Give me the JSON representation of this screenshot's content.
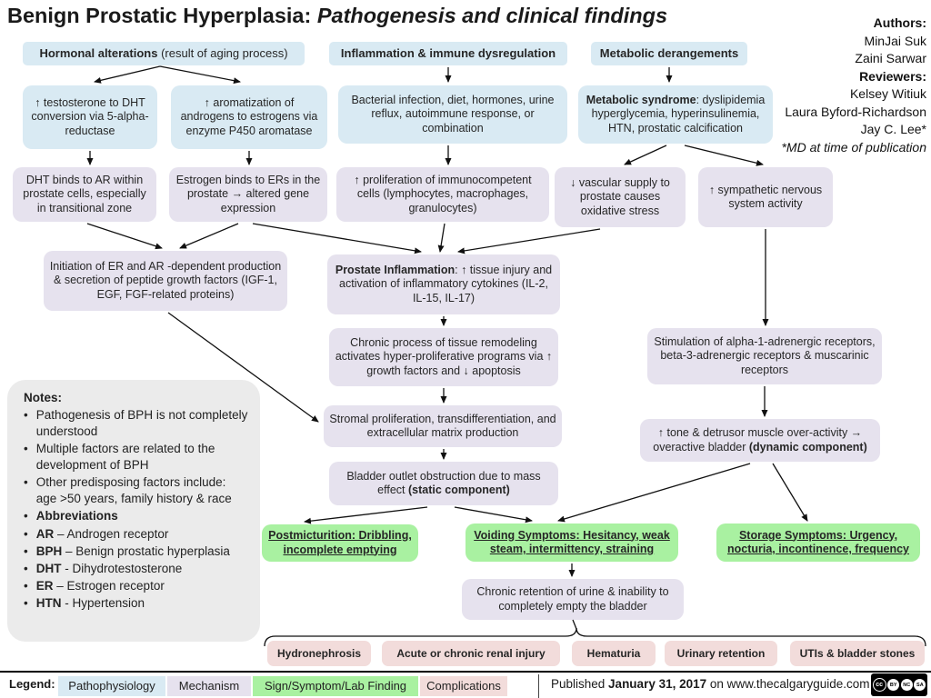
{
  "title": {
    "main": "Benign Prostatic Hyperplasia: ",
    "italic": "Pathogenesis and clinical findings"
  },
  "credits": {
    "authors_label": "Authors:",
    "authors": [
      "MinJai Suk",
      "Zaini Sarwar"
    ],
    "reviewers_label": "Reviewers:",
    "reviewers": [
      "Kelsey Witiuk",
      "Laura Byford-Richardson",
      "Jay C. Lee*"
    ],
    "footnote": "*MD at time of publication"
  },
  "headers": {
    "hormonal": {
      "bold": "Hormonal alterations",
      "rest": " (result of aging process)"
    },
    "inflammation": "Inflammation & immune dysregulation",
    "metabolic": "Metabolic derangements"
  },
  "boxes": {
    "testosterone": "↑ testosterone to DHT conversion via 5-alpha-reductase",
    "aromatization": "↑ aromatization of androgens to estrogens via enzyme P450 aromatase",
    "bacterial": "Bacterial infection, diet, hormones, urine reflux, autoimmune response, or combination",
    "metabolic_syndrome": {
      "bold": "Metabolic syndrome",
      "rest": ": dyslipidemia hyperglycemia, hyperinsulinemia, HTN, prostatic calcification"
    },
    "dht_binds": "DHT binds to AR within prostate cells, especially in transitional zone",
    "estrogen_binds": "Estrogen binds to ERs in the prostate → altered gene expression",
    "proliferation": "↑ proliferation of immunocompetent cells (lymphocytes, macrophages, granulocytes)",
    "vascular": "↓ vascular supply to prostate causes oxidative stress",
    "sympathetic": "↑ sympathetic nervous system activity",
    "initiation": "Initiation of ER and AR -dependent production & secretion of peptide growth factors (IGF-1, EGF, FGF-related proteins)",
    "prostate_inflammation": {
      "bold": "Prostate Inflammation",
      "rest": ": ↑ tissue injury and activation of inflammatory cytokines (IL-2, IL-15, IL-17)"
    },
    "chronic_remodeling": "Chronic process of tissue remodeling activates hyper-proliferative programs via ↑ growth factors and ↓ apoptosis",
    "stromal": "Stromal proliferation, transdifferentiation, and extracellular matrix production",
    "bladder_outlet": {
      "pre": "Bladder outlet obstruction due to mass effect ",
      "bold": "(static component)"
    },
    "stimulation": "Stimulation of alpha-1-adrenergic receptors, beta-3-adrenergic receptors & muscarinic receptors",
    "tone": {
      "pre": "↑ tone & detrusor muscle over-activity → overactive bladder ",
      "bold": "(dynamic component)"
    },
    "postmicturition": "Postmicturition: Dribbling, incomplete emptying",
    "voiding": "Voiding Symptoms: Hesitancy, weak steam, intermittency, straining",
    "storage": "Storage Symptoms: Urgency, nocturia, incontinence, frequency",
    "chronic_retention": "Chronic retention of urine & inability to completely empty the bladder"
  },
  "complications": [
    "Hydronephrosis",
    "Acute or chronic renal injury",
    "Hematuria",
    "Urinary retention",
    "UTIs & bladder stones"
  ],
  "notes": {
    "heading": "Notes:",
    "items": [
      {
        "bold": "",
        "text": "Pathogenesis of BPH is not completely understood"
      },
      {
        "bold": "",
        "text": "Multiple factors are related to the development of BPH"
      },
      {
        "bold": "",
        "text": "Other predisposing factors include: age >50 years, family history & race"
      },
      {
        "bold": "Abbreviations",
        "text": ""
      },
      {
        "bold": "AR",
        "text": " – Androgen receptor"
      },
      {
        "bold": "BPH",
        "text": " – Benign prostatic hyperplasia"
      },
      {
        "bold": "DHT",
        "text": " - Dihydrotestosterone"
      },
      {
        "bold": "ER",
        "text": " – Estrogen receptor"
      },
      {
        "bold": "HTN",
        "text": " - Hypertension"
      }
    ]
  },
  "legend": {
    "label": "Legend:",
    "items": [
      {
        "label": "Pathophysiology",
        "color": "#d9eaf3"
      },
      {
        "label": "Mechanism",
        "color": "#e6e2ee"
      },
      {
        "label": "Sign/Symptom/Lab Finding",
        "color": "#a9f1a1"
      },
      {
        "label": "Complications",
        "color": "#f2dcdb"
      }
    ]
  },
  "footer": {
    "published_pre": "Published ",
    "published_date": "January 31, 2017",
    "published_post": " on www.thecalgaryguide.com",
    "cc_badge": {
      "labels": [
        "cc",
        "BY",
        "NC",
        "SA"
      ],
      "name": "Creative Commons BY-NC-SA"
    }
  }
}
